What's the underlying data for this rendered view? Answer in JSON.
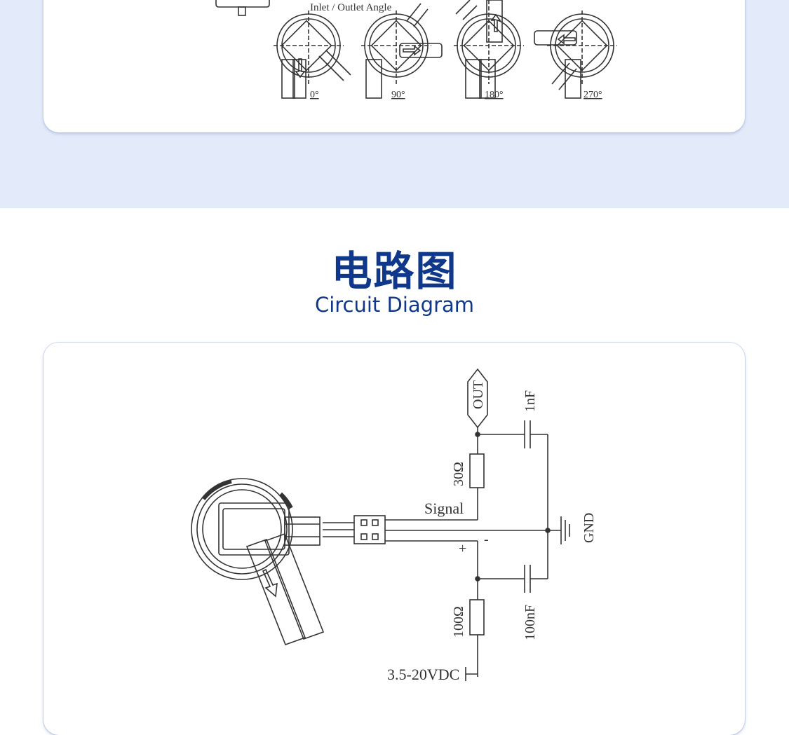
{
  "angle_section": {
    "caption": "Inlet / Outlet Angle",
    "angles": [
      "0°",
      "90°",
      "180°",
      "270°"
    ]
  },
  "circuit_section": {
    "title_zh": "电路图",
    "title_en": "Circuit Diagram"
  },
  "schematic": {
    "out_label": "OUT",
    "cap_top": "1nF",
    "resistor_top": "30Ω",
    "signal_label": "Signal",
    "minus_label": "-",
    "plus_label": "+",
    "gnd_label": "GND",
    "resistor_bottom": "100Ω",
    "cap_bottom": "100nF",
    "supply_label": "3.5-20VDC"
  },
  "colors": {
    "band": "#e3ebfa",
    "title": "#10388a",
    "line": "#333333"
  }
}
